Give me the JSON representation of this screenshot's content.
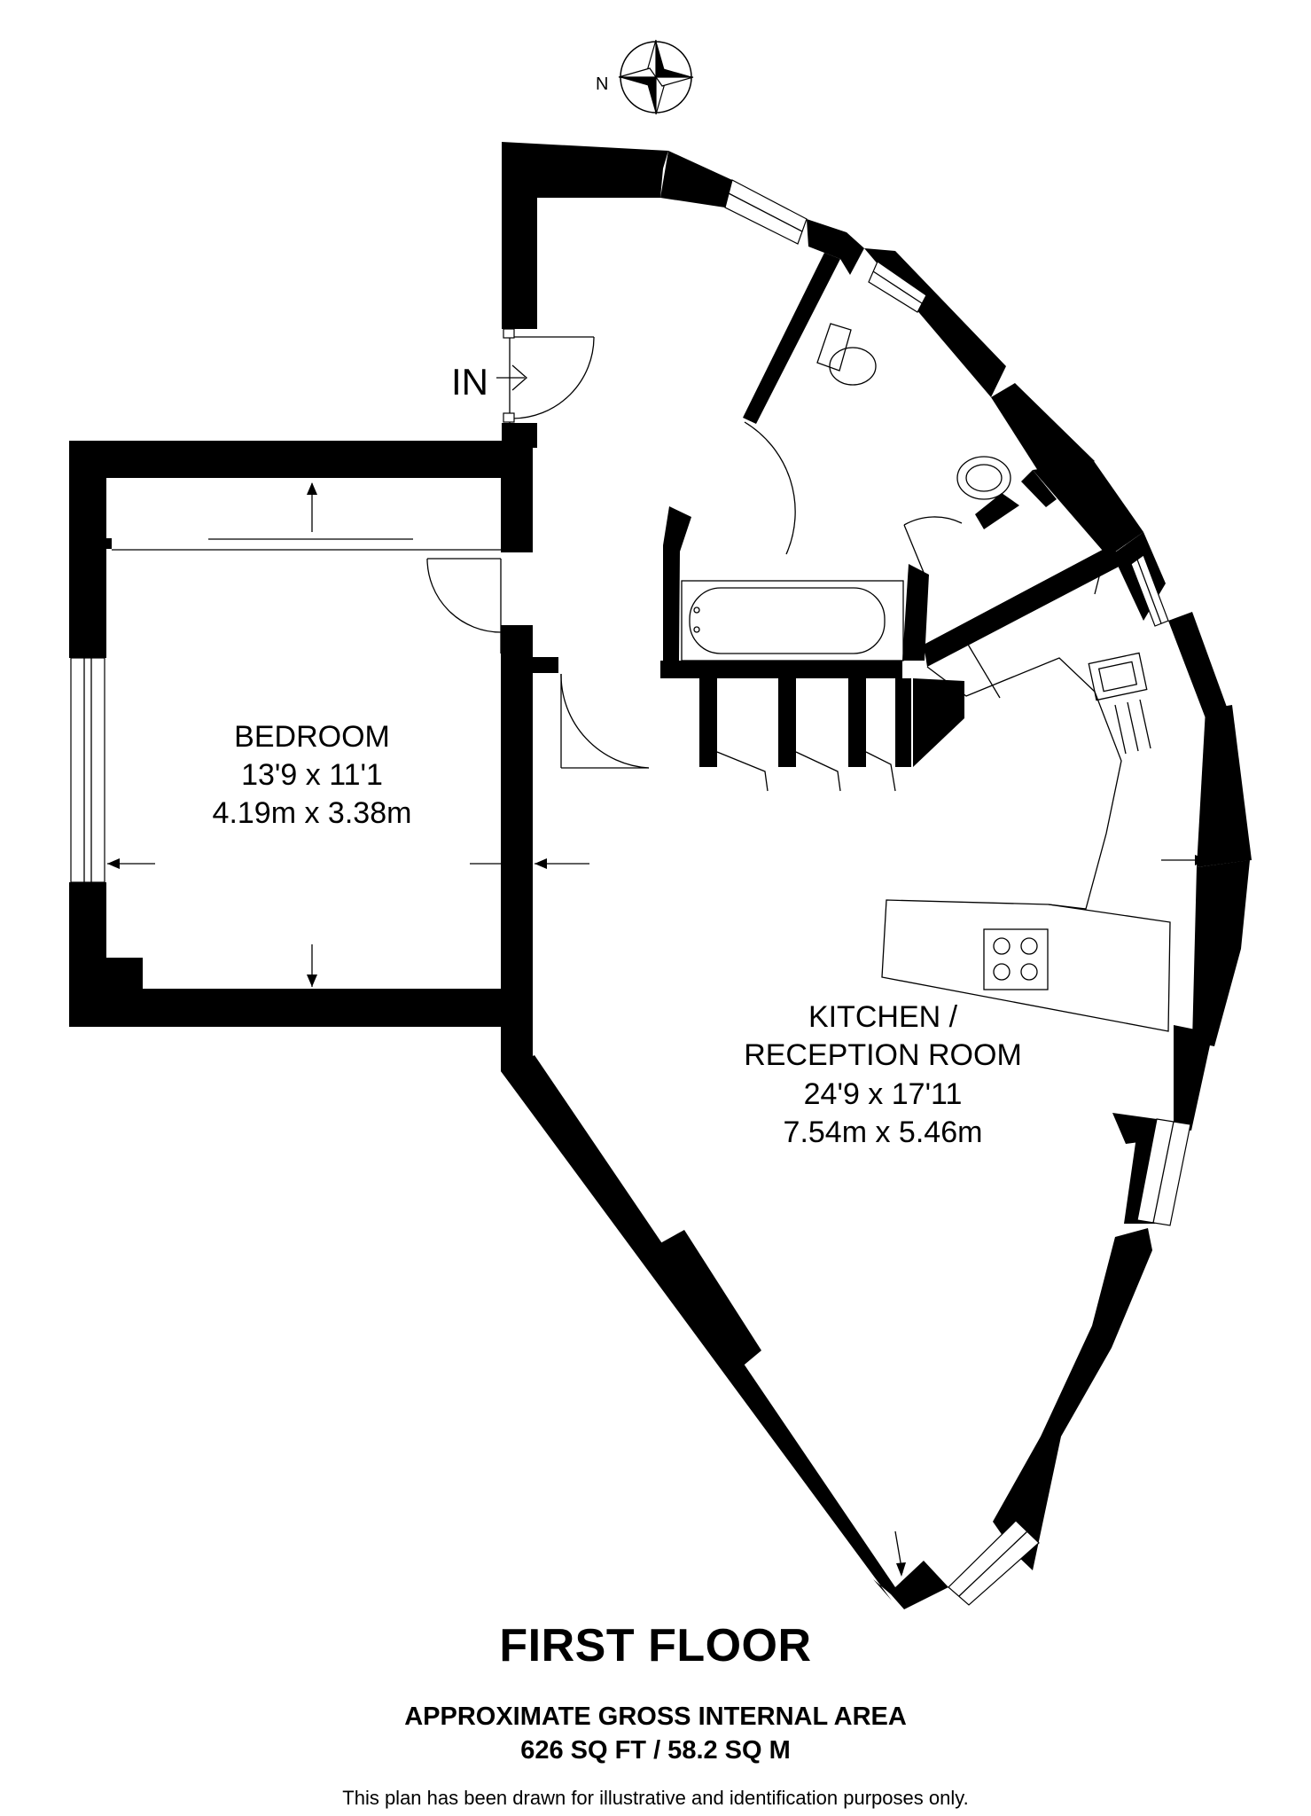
{
  "compass": {
    "label": "N"
  },
  "entrance": {
    "label": "IN"
  },
  "rooms": [
    {
      "name": "BEDROOM",
      "imperial": "13'9 x 11'1",
      "metric": "4.19m x 3.38m"
    },
    {
      "name_line1": "KITCHEN /",
      "name_line2": "RECEPTION ROOM",
      "imperial": "24'9 x 17'11",
      "metric": "7.54m x 5.46m"
    }
  ],
  "footer": {
    "floor": "FIRST FLOOR",
    "area_heading": "APPROXIMATE GROSS INTERNAL AREA",
    "area_value": "626 SQ FT / 58.2 SQ M",
    "disclaimer": "This plan has been drawn for illustrative and identification purposes only."
  }
}
